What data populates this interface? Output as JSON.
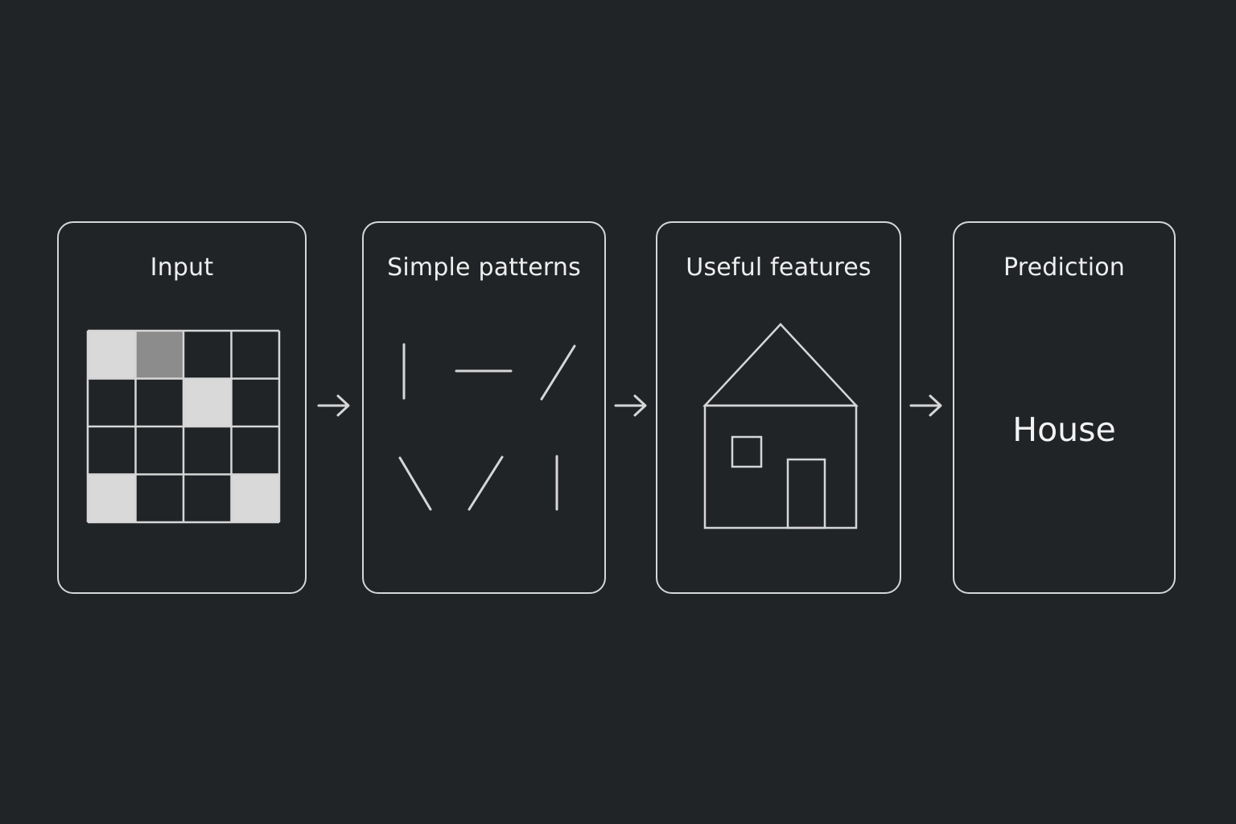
{
  "panels": {
    "input": {
      "title": "Input"
    },
    "patterns": {
      "title": "Simple patterns"
    },
    "features": {
      "title": "Useful features"
    },
    "prediction": {
      "title": "Prediction",
      "label": "House"
    }
  },
  "pixel_grid": {
    "rows": 4,
    "cols": 4,
    "shades": [
      [
        "light",
        "mid",
        "dark",
        "dark"
      ],
      [
        "dark",
        "dark",
        "light",
        "dark"
      ],
      [
        "dark",
        "dark",
        "dark",
        "dark"
      ],
      [
        "light",
        "dark",
        "dark",
        "light"
      ]
    ]
  },
  "icons": {
    "arrow": "right-arrow-icon",
    "house": "house-icon"
  },
  "colors": {
    "background": "#212427",
    "stroke": "#d6d6d6",
    "text": "#eeeeee",
    "light_cell": "#d9d9d9",
    "mid_cell": "#8c8c8c",
    "dark_cell": "#212427"
  }
}
